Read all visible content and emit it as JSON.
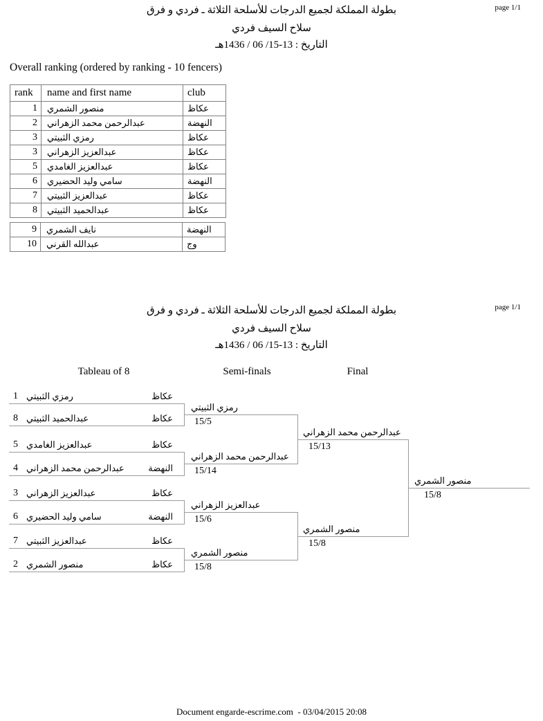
{
  "doc_header": {
    "title_line1": "بطولة المملكة لجميع الدرجات للأسلحة الثلاثة ـ فردي و فرق",
    "title_line2": "سلاح السيف فردي",
    "title_line3": "التاريخ : 13-15/ 06 / 1436هـ",
    "page_label": "page 1/1"
  },
  "ranking": {
    "heading": "Overall ranking (ordered by ranking - 10 fencers)",
    "columns": [
      "rank",
      "name and first name",
      "club"
    ],
    "rows_main": [
      {
        "rank": "1",
        "name": "منصور الشمري",
        "club": "عكاظ"
      },
      {
        "rank": "2",
        "name": "عبدالرحمن محمد الزهراني",
        "club": "النهضة"
      },
      {
        "rank": "3",
        "name": "رمزي الثبيتي",
        "club": "عكاظ"
      },
      {
        "rank": "3",
        "name": "عبدالعزيز الزهراني",
        "club": "عكاظ"
      },
      {
        "rank": "5",
        "name": "عبدالعزيز الغامدي",
        "club": "عكاظ"
      },
      {
        "rank": "6",
        "name": "سامي وليد الحضيري",
        "club": "النهضة"
      },
      {
        "rank": "7",
        "name": "عبدالعزيز الثبيتي",
        "club": "عكاظ"
      },
      {
        "rank": "8",
        "name": "عبدالحميد الثبيتي",
        "club": "عكاظ"
      }
    ],
    "rows_extra": [
      {
        "rank": "9",
        "name": "نايف الشمري",
        "club": "النهضة"
      },
      {
        "rank": "10",
        "name": "عبدالله القرني",
        "club": "وج"
      }
    ]
  },
  "bracket": {
    "round_headers": [
      "Tableau of 8",
      "Semi-finals",
      "Final"
    ],
    "tableau_of_8": [
      {
        "seed": "1",
        "name": "رمزي الثبيتي",
        "club": "عكاظ"
      },
      {
        "seed": "8",
        "name": "عبدالحميد الثبيتي",
        "club": "عكاظ"
      },
      {
        "seed": "5",
        "name": "عبدالعزيز الغامدي",
        "club": "عكاظ"
      },
      {
        "seed": "4",
        "name": "عبدالرحمن محمد الزهراني",
        "club": "النهضة"
      },
      {
        "seed": "3",
        "name": "عبدالعزيز الزهراني",
        "club": "عكاظ"
      },
      {
        "seed": "6",
        "name": "سامي وليد الحضيري",
        "club": "النهضة"
      },
      {
        "seed": "7",
        "name": "عبدالعزيز الثبيتي",
        "club": "عكاظ"
      },
      {
        "seed": "2",
        "name": "منصور الشمري",
        "club": "عكاظ"
      }
    ],
    "semi_finalists": [
      {
        "name": "رمزي الثبيتي",
        "score": "15/5"
      },
      {
        "name": "عبدالرحمن محمد الزهراني",
        "score": "15/14"
      },
      {
        "name": "عبدالعزيز الزهراني",
        "score": "15/6"
      },
      {
        "name": "منصور الشمري",
        "score": "15/8"
      }
    ],
    "finalists": [
      {
        "name": "عبدالرحمن محمد الزهراني",
        "score": "15/13"
      },
      {
        "name": "منصور الشمري",
        "score": "15/8"
      }
    ],
    "winner": {
      "name": "منصور الشمري",
      "score": "15/8"
    }
  },
  "footer": {
    "text": "Document engarde-escrime.com  - 03/04/2015 20:08"
  },
  "colors": {
    "line": "#9a9a9a",
    "table_border": "#808080",
    "text": "#000000"
  }
}
